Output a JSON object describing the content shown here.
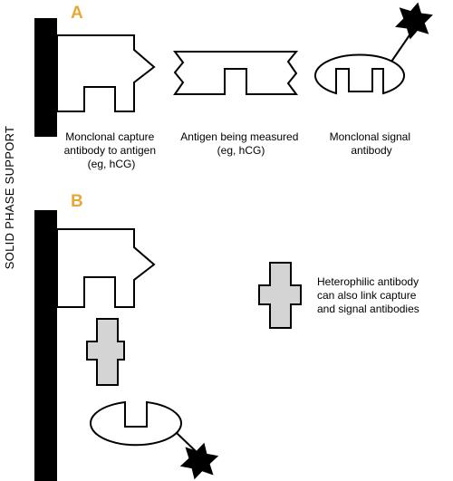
{
  "side_label": "SOLID PHASE SUPPORT",
  "panel_a": {
    "letter": "A",
    "capture_label": [
      "Monclonal capture",
      "antibody to antigen",
      "(eg, hCG)"
    ],
    "antigen_label": [
      "Antigen being measured",
      "(eg, hCG)"
    ],
    "signal_label": [
      "Monclonal signal",
      "antibody"
    ]
  },
  "panel_b": {
    "letter": "B",
    "hetero_label": [
      "Heterophilic antibody",
      "can also link capture",
      "and signal antibodies"
    ]
  },
  "colors": {
    "panel_letter": "#e8a838",
    "support": "#000000",
    "heterophilic_fill": "#d4d4d4",
    "outline": "#000000"
  }
}
